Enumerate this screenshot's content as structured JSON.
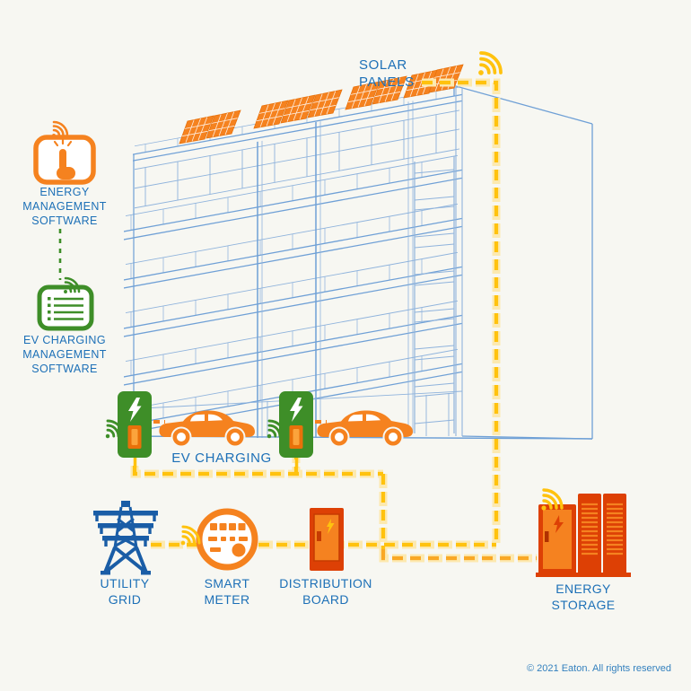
{
  "page": {
    "background": "#F7F7F2",
    "copyright": "© 2021 Eaton. All rights reserved"
  },
  "labels": {
    "solar_panels": "SOLAR PANELS",
    "energy_management_software": "ENERGY MANAGEMENT SOFTWARE",
    "ev_charging_management_software": "EV CHARGING MANAGEMENT SOFTWARE",
    "ev_charging": "EV CHARGING",
    "utility_grid": "UTILITY GRID",
    "smart_meter": "SMART METER",
    "distribution_board": "DISTRIBUTION BOARD",
    "energy_storage": "ENERGY STORAGE"
  },
  "icons": {
    "solar_wifi": "wifi-signal-icon",
    "energy_management": "tablet-touch-icon",
    "ev_management": "checklist-tablet-icon",
    "ev_charger": "ev-charging-station-icon",
    "electric_car": "electric-car-icon",
    "utility_grid": "transmission-tower-icon",
    "smart_meter": "round-meter-icon",
    "distribution_board": "electrical-cabinet-icon",
    "energy_storage": "battery-cabinet-bank-icon",
    "building": "apartment-building-wireframe",
    "solar_panels": "rooftop-solar-panels-icon"
  },
  "colors": {
    "orange": "#F5821F",
    "dark_orange": "#DD4005",
    "yellow": "#FFC20E",
    "halo_yellow": "#FCE9B0",
    "green": "#3E8E28",
    "text_blue": "#1D70B7",
    "building_blue": "#8FB3DC",
    "tower_blue": "#1A5DA6"
  }
}
